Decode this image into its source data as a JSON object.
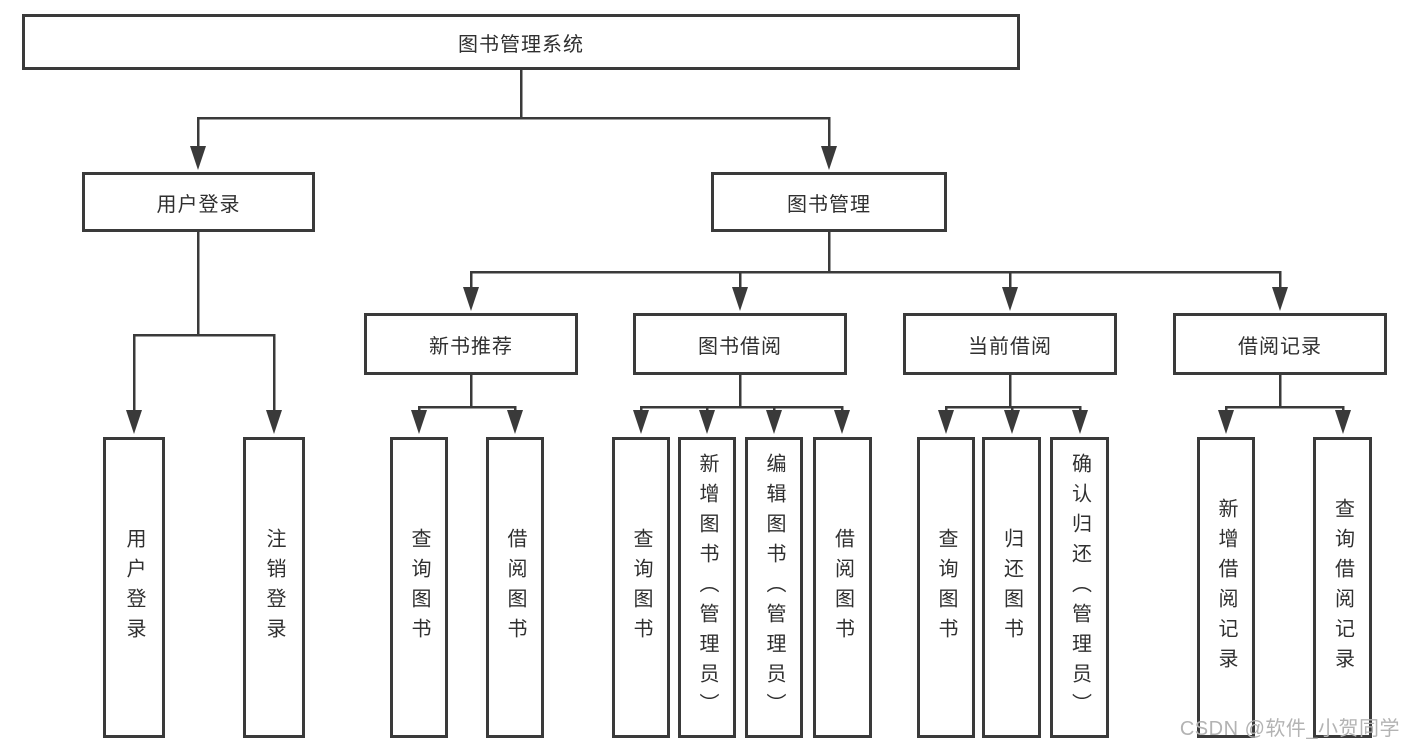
{
  "watermark": "CSDN @软件_小贺同学",
  "colors": {
    "line": "#3a3a3a",
    "text": "#303030",
    "background": "#ffffff",
    "watermark": "#b3b3b3"
  },
  "tree": {
    "root": {
      "label": "图书管理系统"
    },
    "children": [
      {
        "label": "用户登录",
        "children": [
          {
            "label": "用户登录"
          },
          {
            "label": "注销登录"
          }
        ]
      },
      {
        "label": "图书管理",
        "children": [
          {
            "label": "新书推荐",
            "children": [
              {
                "label": "查询图书"
              },
              {
                "label": "借阅图书"
              }
            ]
          },
          {
            "label": "图书借阅",
            "children": [
              {
                "label": "查询图书"
              },
              {
                "label": "新增图书（管理员）"
              },
              {
                "label": "编辑图书（管理员）"
              },
              {
                "label": "借阅图书"
              }
            ]
          },
          {
            "label": "当前借阅",
            "children": [
              {
                "label": "查询图书"
              },
              {
                "label": "归还图书"
              },
              {
                "label": "确认归还（管理员）"
              }
            ]
          },
          {
            "label": "借阅记录",
            "children": [
              {
                "label": "新增借阅记录"
              },
              {
                "label": "查询借阅记录"
              }
            ]
          }
        ]
      }
    ]
  }
}
